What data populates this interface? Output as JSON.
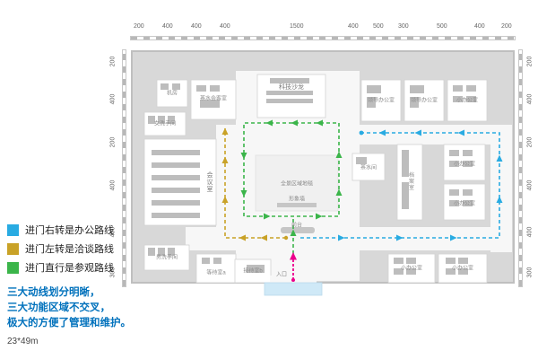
{
  "colors": {
    "blue": "#29abe2",
    "yellow": "#c9a227",
    "green": "#3bb54a",
    "magenta": "#ec008c",
    "note": "#0071bc",
    "building": "#d8d8d8",
    "wall": "#bfbfbf",
    "room": "#ffffff",
    "desk": "#bdbdbd",
    "entry": "#cfe9f7"
  },
  "legend": {
    "items": [
      {
        "label": "进门右转是办公路线"
      },
      {
        "label": "进门左转是洽谈路线"
      },
      {
        "label": "进门直行是参观路线"
      }
    ]
  },
  "notes": {
    "line1": "三大动线划分明晰，",
    "line2": "三大功能区域不交叉，",
    "line3": "极大的方便了管理和维护。",
    "dimension": "23*49m"
  },
  "dims": {
    "top": [
      "200",
      "400",
      "400",
      "400",
      "1500",
      "400",
      "500",
      "300",
      "500",
      "400",
      "200"
    ],
    "left": [
      "200",
      "400",
      "200",
      "400",
      "400",
      "300"
    ],
    "right": [
      "200",
      "400",
      "200",
      "400",
      "400",
      "300"
    ]
  },
  "rooms": {
    "machine_room": "机房",
    "tea_meeting_room": "茶水会客室",
    "tech_salon": "科技沙龙",
    "leader_office_1": "领导办公室",
    "leader_office_2": "领导办公室",
    "small_office_top": "小办公室",
    "women_restroom": "女洗手间",
    "conference_room": "会议室",
    "tea_room": "茶水间",
    "archive_room": "档案室",
    "small_office_mid1": "小办公室",
    "small_office_mid2": "小办公室",
    "men_restroom": "男洗手间",
    "waiting_room": "等待室a",
    "reception_room": "接待室b",
    "small_office_bottom1": "小办公室",
    "small_office_bottom2": "小办公室",
    "carpet_area": "全景区域地毯",
    "image_wall": "形象墙",
    "front_desk": "前台",
    "entrance": "入口"
  }
}
